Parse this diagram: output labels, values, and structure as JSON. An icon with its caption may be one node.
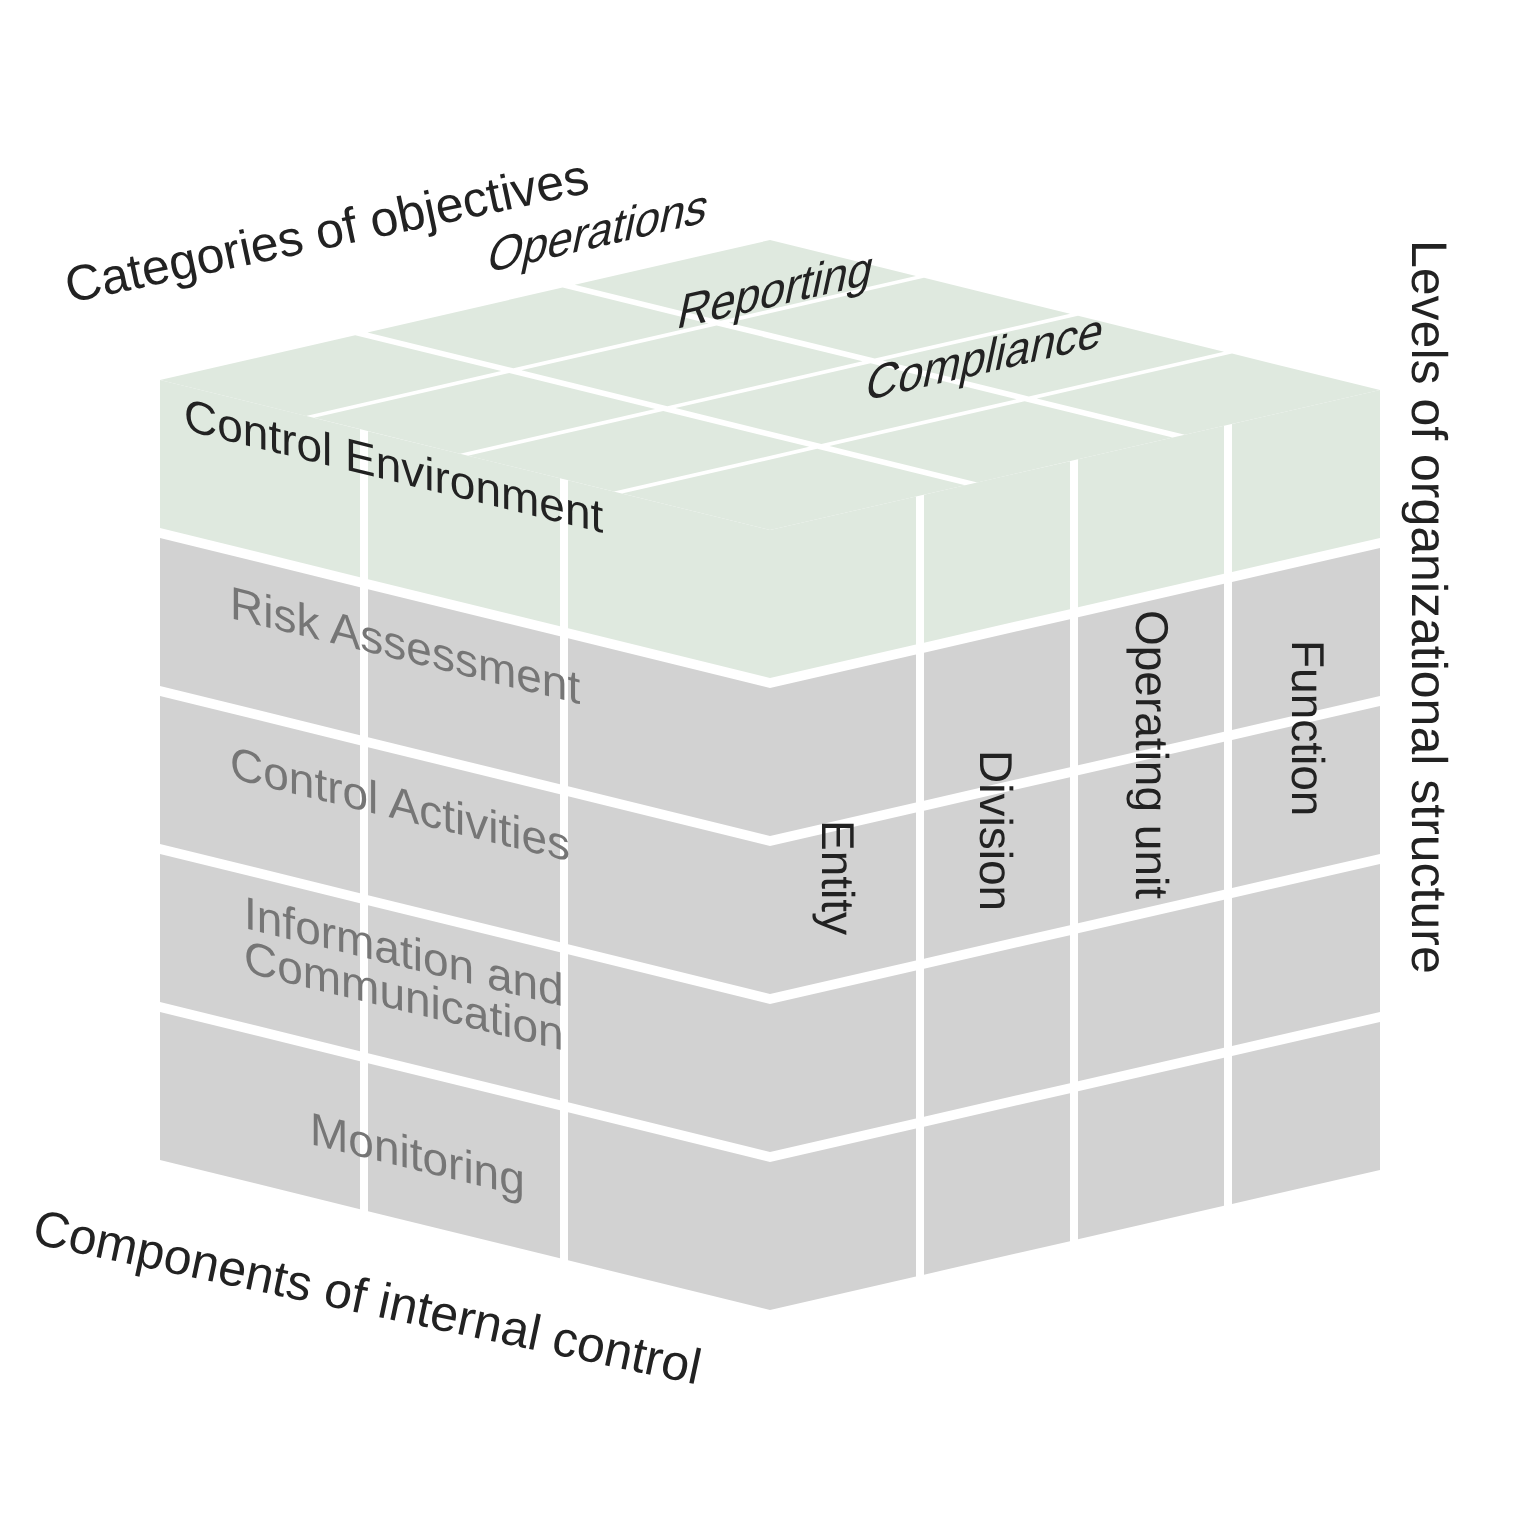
{
  "diagram": {
    "nodes": [
      {
        "text": [
          "Operations"
        ]
      },
      {
        "text": [
          "Reporting"
        ]
      },
      {
        "text": [
          "Compliance"
        ]
      },
      {
        "text": [
          "Control Environment"
        ]
      },
      {
        "text": [
          "Risk Assessment"
        ]
      },
      {
        "text": [
          "Control Activities"
        ]
      },
      {
        "text": [
          "Information and Communication"
        ]
      },
      {
        "text": [
          "Monitoring"
        ]
      },
      {
        "text": [
          "Entity"
        ]
      },
      {
        "text": [
          "Division"
        ]
      },
      {
        "text": [
          "Operating unit"
        ]
      },
      {
        "text": [
          "Function"
        ]
      }
    ],
    "labels": [
      "Categories of objectives",
      "Levels of organizational structure",
      "Components of internal control"
    ]
  }
}
